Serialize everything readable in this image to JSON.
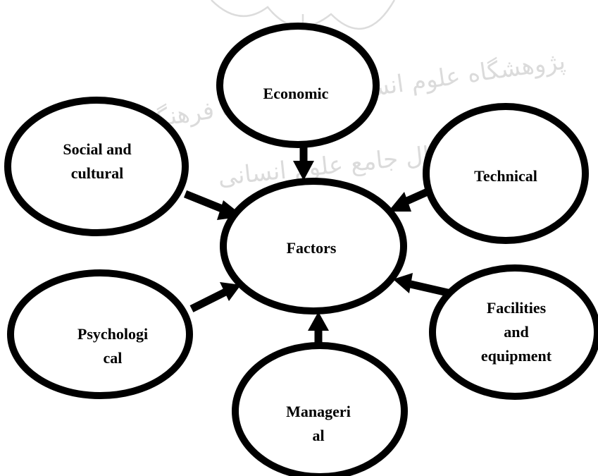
{
  "diagram": {
    "center": {
      "label_lines": [
        "Factors"
      ]
    },
    "nodes": [
      {
        "id": "economic",
        "label_lines": [
          "Economic"
        ]
      },
      {
        "id": "social-cultural",
        "label_lines": [
          "Social and",
          "cultural"
        ]
      },
      {
        "id": "technical",
        "label_lines": [
          "Technical"
        ]
      },
      {
        "id": "psychological",
        "label_lines": [
          "Psychologi",
          "cal"
        ]
      },
      {
        "id": "facilities-equipment",
        "label_lines": [
          "Facilities",
          "and",
          "equipment"
        ]
      },
      {
        "id": "managerial",
        "label_lines": [
          "Manageri",
          "al"
        ]
      }
    ],
    "colors": {
      "stroke": "#000000",
      "fill": "#ffffff",
      "watermark": "#bfbfbf"
    }
  },
  "watermark": {
    "line1": "پژوهشگاه علوم انسانی و مطالعات فرهنگی",
    "line2": "پرتال جامع علوم انسانی"
  }
}
